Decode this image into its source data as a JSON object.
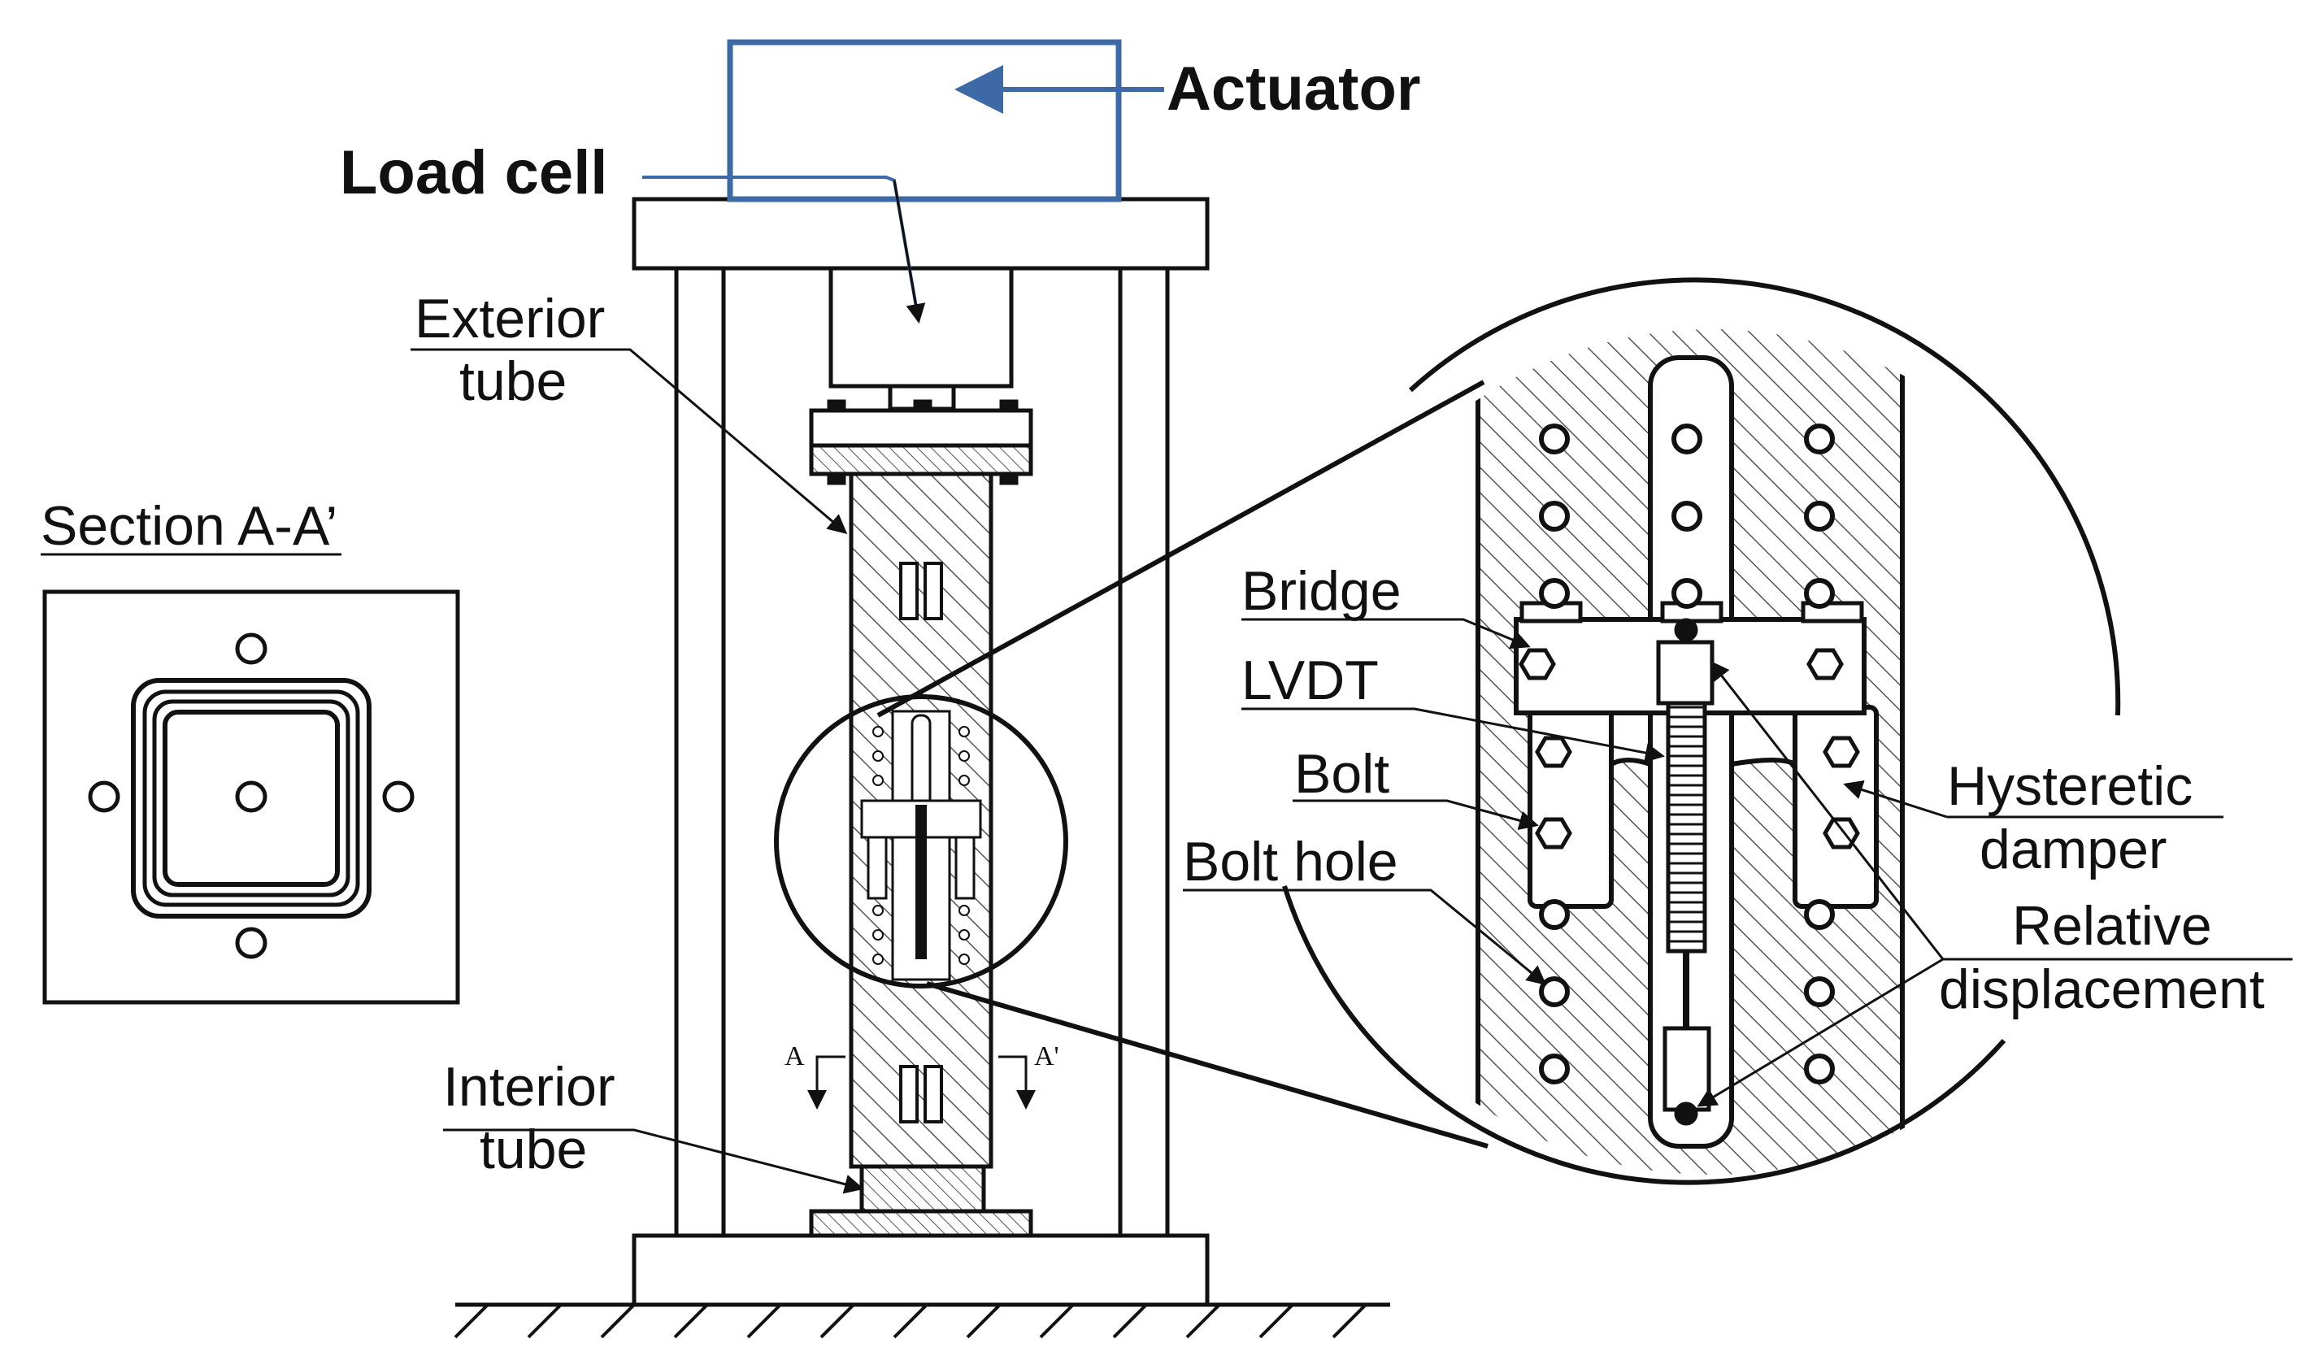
{
  "labels": {
    "actuator": "Actuator",
    "load_cell": "Load cell",
    "exterior_tube_line1": "Exterior",
    "exterior_tube_line2": "tube",
    "section": "Section A-A’",
    "interior_tube_line1": "Interior",
    "interior_tube_line2": "tube",
    "bridge": "Bridge",
    "lvdt": "LVDT",
    "bolt": "Bolt",
    "bolt_hole": "Bolt hole",
    "hysteretic_line1": "Hysteretic",
    "hysteretic_line2": "damper",
    "relative_line1": "Relative",
    "relative_line2": "displacement",
    "section_mark_a": "A",
    "section_mark_a_prime": "A'"
  },
  "colors": {
    "actuator_outline": "#3d6aa6",
    "line": "#111111",
    "hatch": "#555555"
  }
}
